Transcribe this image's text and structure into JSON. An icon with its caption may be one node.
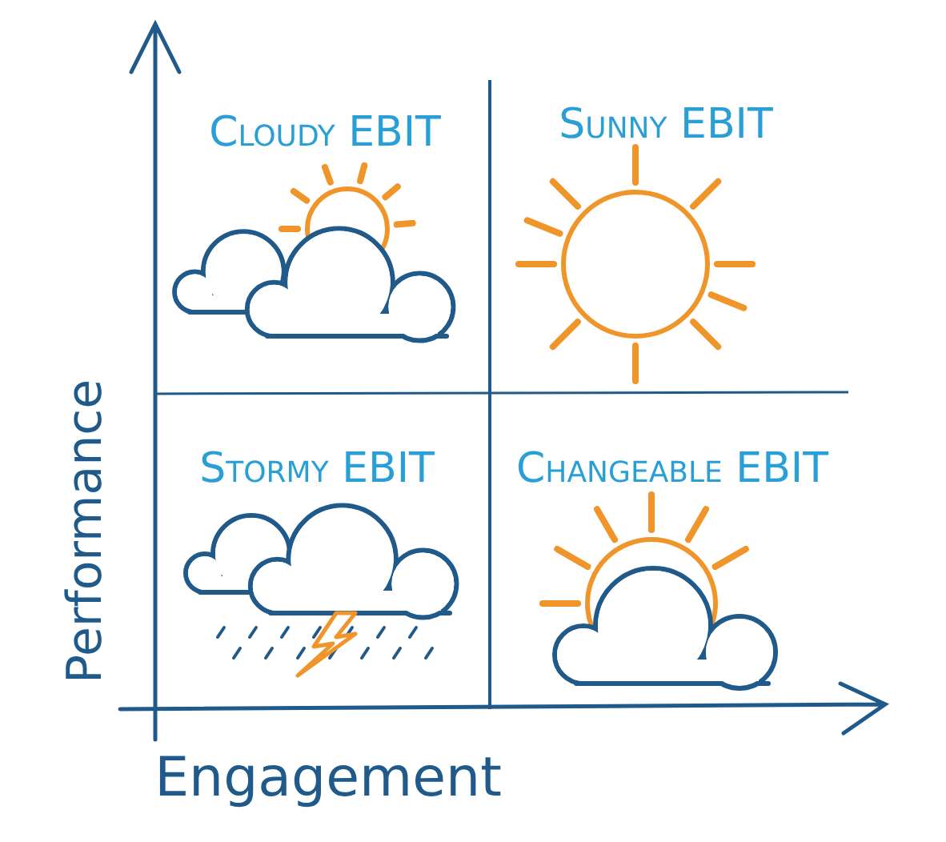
{
  "diagram": {
    "labels": [
      "Cloudy EBIT",
      "Sunny EBIT",
      "Stormy EBIT",
      "Changeable EBIT",
      "Performance",
      "Engagement"
    ]
  }
}
